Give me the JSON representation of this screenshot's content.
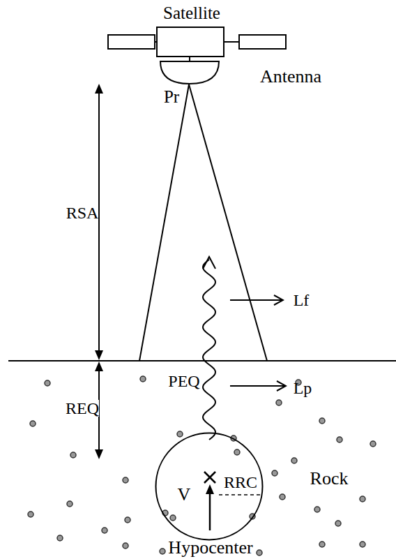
{
  "diagram": {
    "nodes": [
      {
        "text": [
          "Satellite"
        ]
      },
      {
        "text": [
          "RRC",
          "V"
        ]
      }
    ],
    "labels": [
      "Antenna",
      "Pr",
      "RSA",
      "Lf",
      "PEQ",
      "Lp",
      "REQ",
      "Rock",
      "Hypocenter"
    ]
  }
}
